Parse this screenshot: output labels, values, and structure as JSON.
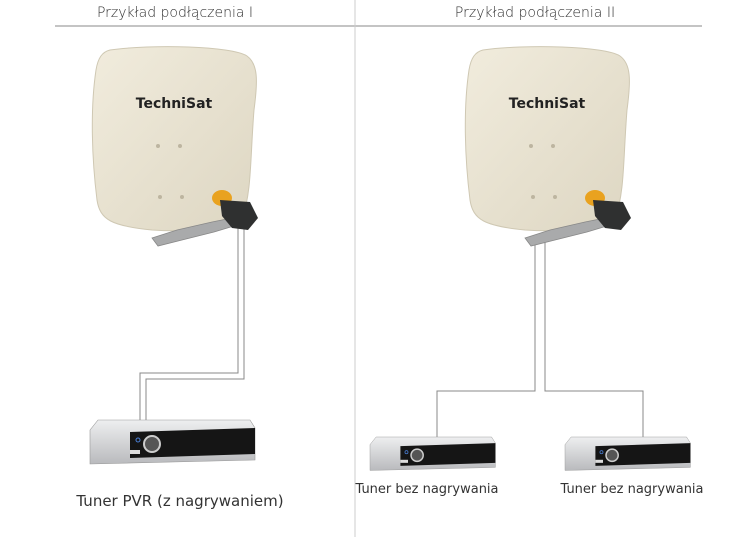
{
  "sections": [
    {
      "title": "Przykład podłączenia I",
      "receivers": [
        {
          "label": "Tuner PVR (z nagrywaniem)"
        }
      ]
    },
    {
      "title": "Przykład podłączenia II",
      "receivers": [
        {
          "label": "Tuner bez nagrywania"
        },
        {
          "label": "Tuner bez nagrywania"
        }
      ]
    }
  ],
  "dish_brand": "TechniSat",
  "colors": {
    "dish": "#e9e3d2",
    "lnb_ring": "#e9a21f",
    "cable": "#888888",
    "receiver_body": "#d6d7d9",
    "receiver_front": "#151515"
  }
}
